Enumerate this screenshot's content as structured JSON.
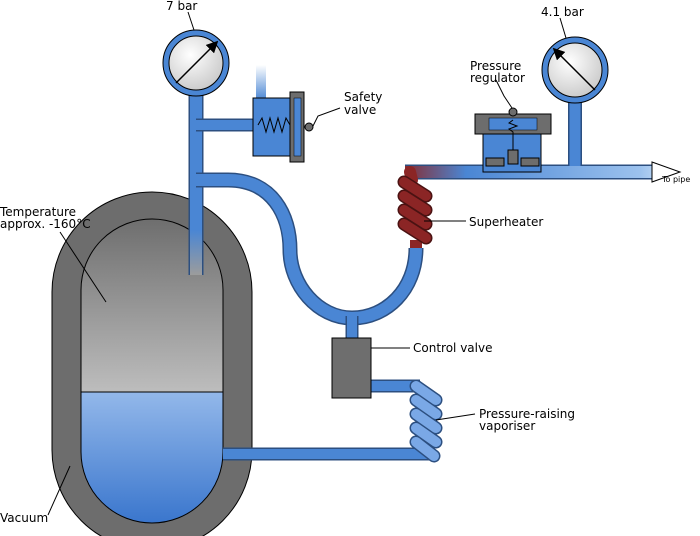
{
  "gauges": {
    "left_pressure": "7 bar",
    "right_pressure": "4.1 bar"
  },
  "labels": {
    "safety_valve": [
      "Safety",
      "valve"
    ],
    "pressure_regulator": [
      "Pressure",
      "regulator"
    ],
    "to_pipe": "To pipe",
    "temperature": [
      "Temperature",
      "approx. -160°C"
    ],
    "superheater": "Superheater",
    "control_valve": "Control valve",
    "vaporiser": [
      "Pressure-raising",
      "vaporiser"
    ],
    "vacuum": "Vacuum"
  },
  "colors": {
    "pipe": "#4a86d4",
    "pipe_dark": "#2c5fa8",
    "vessel_outer": "#6d6d6d",
    "gas_top": "#707070",
    "gas_bottom": "#b8b8b8",
    "liquid_top": "#8fb4e8",
    "liquid_bottom": "#3f79cf",
    "superheater": "#8b2525",
    "control_valve": "#6e6e6e"
  }
}
